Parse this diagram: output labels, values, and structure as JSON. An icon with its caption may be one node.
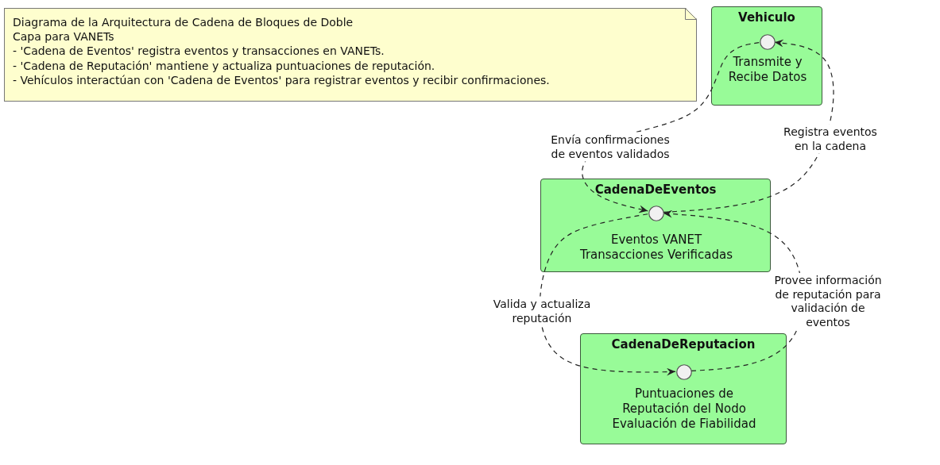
{
  "diagram": {
    "nodes": [
      {
        "text": [
          "Diagrama de la Arquitectura de Cadena de Bloques de Doble Capa para VANETs",
          "- 'Cadena de Eventos' registra eventos y transacciones en VANETs.",
          "- 'Cadena de Reputación' mantiene y actualiza puntuaciones de reputación.",
          "- Vehículos interactúan con 'Cadena de Eventos' para registrar eventos y recibir confirmaciones."
        ]
      },
      {
        "text": [
          "Vehiculo"
        ]
      },
      {
        "text": [],
        "shape": "circle",
        "in": 1,
        "beside": [
          "Transmite y Recibe Datos"
        ]
      },
      {
        "text": [
          "CadenaDeEventos"
        ]
      },
      {
        "text": [],
        "shape": "circle",
        "in": 3,
        "beside": [
          "Eventos VANET Transacciones Verificadas"
        ]
      },
      {
        "text": [
          "CadenaDeReputacion"
        ]
      },
      {
        "text": [],
        "shape": "circle",
        "in": 5,
        "beside": [
          "Puntuaciones de Reputación del Nodo Evaluación de Fiabilidad"
        ]
      }
    ],
    "edges": [
      {
        "from": 2,
        "to": 4,
        "arrow": "to",
        "label": "Envía confirmaciones de eventos validados",
        "style": "dashed"
      },
      {
        "from": 4,
        "to": 2,
        "arrow": "to",
        "label": "Registra eventos en la cadena",
        "style": "dashed"
      },
      {
        "from": 4,
        "to": 6,
        "arrow": "to",
        "label": "Valida y actualiza reputación",
        "style": "dashed"
      },
      {
        "from": 6,
        "to": 4,
        "arrow": "to",
        "label": "Provee información de reputación para validación de eventos",
        "style": "dashed"
      }
    ]
  }
}
